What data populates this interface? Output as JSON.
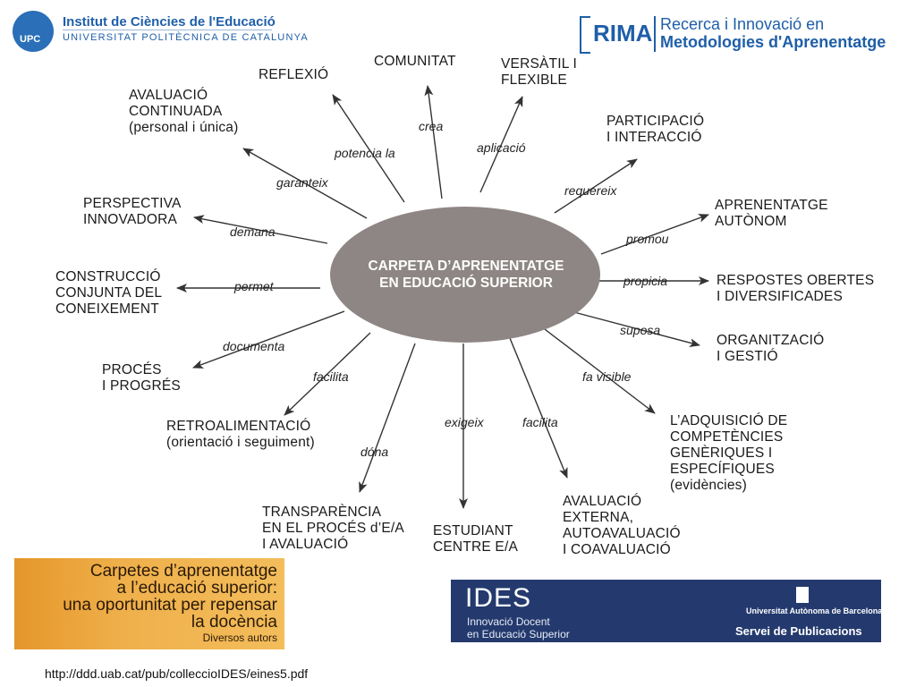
{
  "header": {
    "upc": {
      "logo_text": "UPC",
      "name_line1": "Institut de Ciències de l'Educació",
      "name_line2": "UNIVERSITAT POLITÈCNICA DE CATALUNYA",
      "color": "#1f5fa8"
    },
    "rima": {
      "acronym": "RIMA",
      "line1": "Recerca i Innovació en",
      "line2": "Metodologies d'Aprenentatge",
      "color": "#1f5fa8"
    }
  },
  "diagram": {
    "center": {
      "line1": "CARPETA D’APRENENTATGE",
      "line2": "EN EDUCACIÓ SUPERIOR",
      "fill": "#8e8684"
    },
    "nodes": {
      "reflexio": [
        "REFLEXIÓ"
      ],
      "comunitat": [
        "COMUNITAT"
      ],
      "versatil": [
        "VERSÀTIL I",
        "FLEXIBLE"
      ],
      "avaluacio_continuada": [
        "AVALUACIÓ",
        "CONTINUADA"
      ],
      "avaluacio_continuada_sub": "(personal i única)",
      "participacio": [
        "PARTICIPACIÓ",
        "I INTERACCIÓ"
      ],
      "perspectiva": [
        "PERSPECTIVA",
        "INNOVADORA"
      ],
      "aprenentatge_autonom": [
        "APRENENTATGE",
        "AUTÒNOM"
      ],
      "construccio": [
        "CONSTRUCCIÓ",
        "CONJUNTA DEL",
        "CONEIXEMENT"
      ],
      "respostes": [
        "RESPOSTES OBERTES",
        "I DIVERSIFICADES"
      ],
      "organitzacio": [
        "ORGANITZACIÓ",
        "I GESTIÓ"
      ],
      "proces": [
        "PROCÉS",
        "I PROGRÉS"
      ],
      "retroalimentacio": [
        "RETROALIMENTACIÓ"
      ],
      "retroalimentacio_sub": "(orientació i seguiment)",
      "adquisicio": [
        "L’ADQUISICIÓ DE",
        "COMPETÈNCIES",
        "GENÈRIQUES I",
        "ESPECÍFIQUES"
      ],
      "adquisicio_sub": "(evidències)",
      "transparencia": [
        "TRANSPARÈNCIA",
        "EN EL PROCÉS d’E/A",
        "I AVALUACIÓ"
      ],
      "estudiant": [
        "ESTUDIANT",
        "CENTRE E/A"
      ],
      "avaluacio_externa": [
        "AVALUACIÓ",
        "EXTERNA,",
        "AUTOAVALUACIÓ",
        "I COAVALUACIÓ"
      ]
    },
    "relations": {
      "crea": "crea",
      "aplicacio": "aplicació",
      "potencia_la": "potencia la",
      "garanteix": "garanteix",
      "requereix": "requereix",
      "demana": "demana",
      "promou": "promou",
      "permet": "permet",
      "propicia": "propicia",
      "suposa": "suposa",
      "documenta": "documenta",
      "facilita_left": "facilita",
      "fa_visible": "fa visible",
      "exigeix": "exigeix",
      "facilita_right": "facilita",
      "dona": "dóna"
    }
  },
  "book": {
    "line1": "Carpetes d’aprenentatge",
    "line2": "a l’educació superior:",
    "line3": "una oportunitat per repensar",
    "line4": "la docència",
    "authors": "Diversos autors"
  },
  "ides": {
    "title": "IDES",
    "line1": "Innovació Docent",
    "line2": "en Educació Superior",
    "university": "Universitat Autònoma de Barcelona",
    "service": "Servei de Publicacions",
    "color": "#243a6e"
  },
  "footer": {
    "url": "http://ddd.uab.cat/pub/colleccioIDES/eines5.pdf"
  }
}
